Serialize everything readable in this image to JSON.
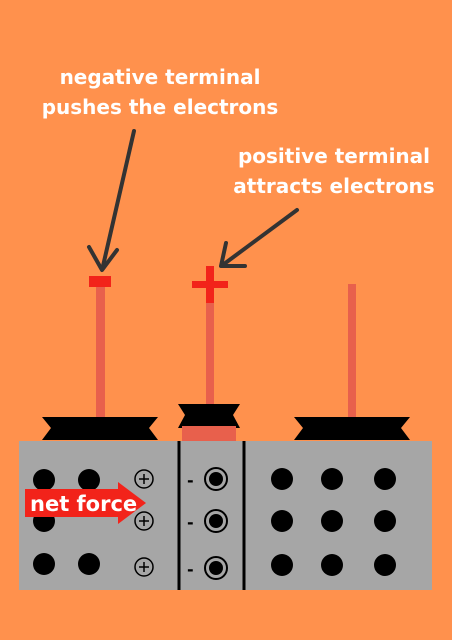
{
  "labels": {
    "negative_terminal": {
      "line1": "negative terminal",
      "line2": "pushes the electrons"
    },
    "positive_terminal": {
      "line1": "positive terminal",
      "line2": "attracts electrons"
    }
  },
  "net_force": "net force",
  "minus_sign": "-",
  "colors": {
    "background": "#FF914D",
    "terminal_red": "#F2231A",
    "rod": "#E8604C",
    "block": "#A6A6A6",
    "electron": "#000000",
    "arrow": "#333333"
  }
}
